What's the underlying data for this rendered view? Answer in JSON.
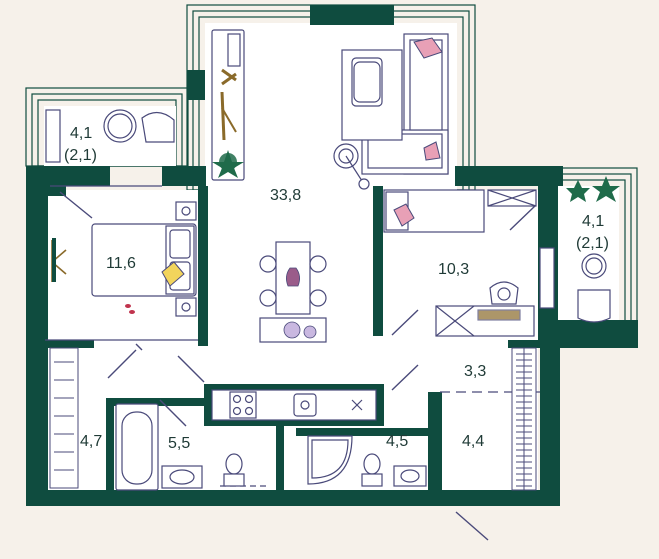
{
  "colors": {
    "background": "#f6f1ea",
    "wall": "#0f4c3f",
    "line": "#4a4a7a",
    "fill": "#ffffff",
    "accent_pink": "#e8a0b6",
    "accent_yellow": "#f2d45c",
    "plant": "#1f6b4a"
  },
  "rooms": {
    "living_area": "33,8",
    "balcony_left_area": "4,1",
    "balcony_left_sub": "(2,1)",
    "bedroom_area": "11,6",
    "bedroom2_area": "10,3",
    "balcony_right_area": "4,1",
    "balcony_right_sub": "(2,1)",
    "hall_area": "3,3",
    "wardrobe_area": "4,7",
    "bathroom1_area": "5,5",
    "bathroom2_area": "4,5",
    "storage_area": "4,4"
  }
}
